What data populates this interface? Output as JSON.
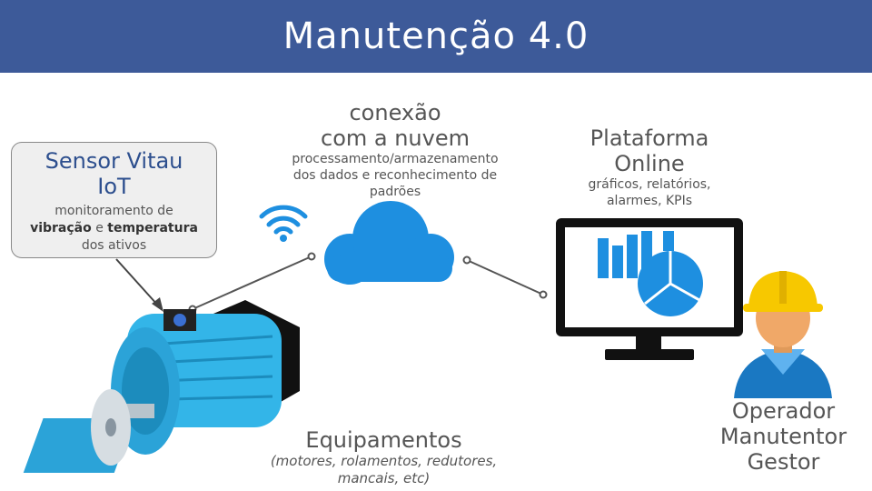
{
  "header": {
    "title": "Manutenção 4.0",
    "color": "#3d5a99"
  },
  "sensor": {
    "title_line1": "Sensor Vitau",
    "title_line2": "IoT",
    "desc_line1": "monitoramento de",
    "desc_bold1": "vibração",
    "desc_mid": " e ",
    "desc_bold2": "temperatura",
    "desc_line3": "dos ativos"
  },
  "cloud": {
    "title_line1": "conexão",
    "title_line2": "com a nuvem",
    "desc_line1": "processamento/armazenamento",
    "desc_line2": "dos dados e  reconhecimento de",
    "desc_line3": "padrões"
  },
  "platform": {
    "title_line1": "Plataforma",
    "title_line2": "Online",
    "desc_line1": "gráficos, relatórios,",
    "desc_line2": "alarmes, KPIs"
  },
  "equipment": {
    "title": "Equipamentos",
    "desc_line1": "(motores, rolamentos, redutores,",
    "desc_line2": "mancais, etc)"
  },
  "users": {
    "line1": "Operador",
    "line2": "Manutentor",
    "line3": "Gestor"
  },
  "colors": {
    "accent_blue": "#1e8fe0",
    "motor_blue": "#33b5e8",
    "helmet": "#f7c800"
  }
}
